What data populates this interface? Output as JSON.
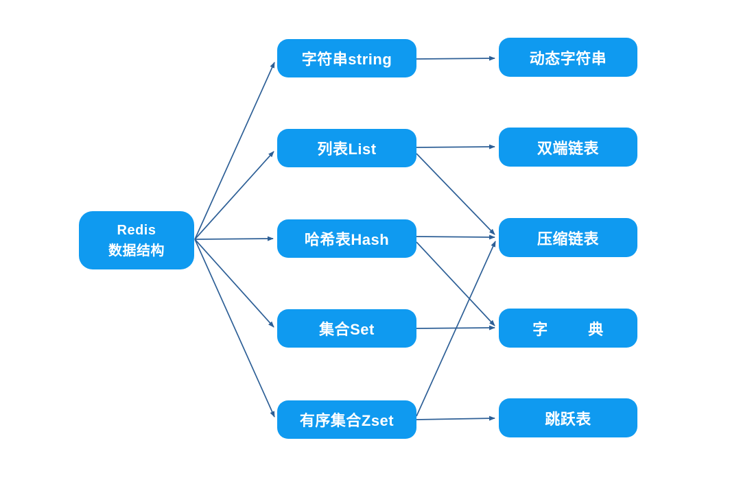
{
  "diagram": {
    "root": {
      "line1": "Redis",
      "line2": "数据结构"
    },
    "types": [
      {
        "label": "字符串string"
      },
      {
        "label": "列表List"
      },
      {
        "label": "哈希表Hash"
      },
      {
        "label": "集合Set"
      },
      {
        "label": "有序集合Zset"
      }
    ],
    "impls": [
      {
        "label": "动态字符串"
      },
      {
        "label": "双端链表"
      },
      {
        "label": "压缩链表"
      },
      {
        "label": "字 典"
      },
      {
        "label": "跳跃表"
      }
    ],
    "edges": [
      {
        "from": "Redis 数据结构",
        "to": "字符串string"
      },
      {
        "from": "Redis 数据结构",
        "to": "列表List"
      },
      {
        "from": "Redis 数据结构",
        "to": "哈希表Hash"
      },
      {
        "from": "Redis 数据结构",
        "to": "集合Set"
      },
      {
        "from": "Redis 数据结构",
        "to": "有序集合Zset"
      },
      {
        "from": "字符串string",
        "to": "动态字符串"
      },
      {
        "from": "列表List",
        "to": "双端链表"
      },
      {
        "from": "列表List",
        "to": "压缩链表"
      },
      {
        "from": "哈希表Hash",
        "to": "压缩链表"
      },
      {
        "from": "哈希表Hash",
        "to": "字 典"
      },
      {
        "from": "集合Set",
        "to": "字 典"
      },
      {
        "from": "有序集合Zset",
        "to": "压缩链表"
      },
      {
        "from": "有序集合Zset",
        "to": "跳跃表"
      }
    ]
  },
  "colors": {
    "node_fill": "#0f9af0",
    "node_text": "#ffffff",
    "edge": "#2d5f96"
  }
}
